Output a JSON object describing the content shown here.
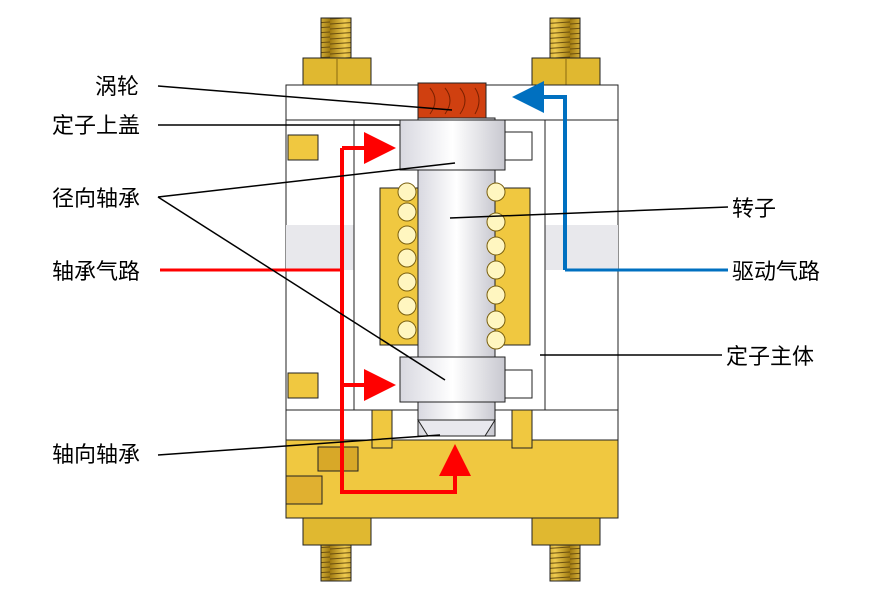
{
  "labels": {
    "turbine": "涡轮",
    "stator_cover": "定子上盖",
    "radial_bearing": "径向轴承",
    "bearing_air_path": "轴承气路",
    "axial_bearing": "轴向轴承",
    "rotor": "转子",
    "drive_air_path": "驱动气路",
    "stator_body": "定子主体"
  },
  "colors": {
    "bearing_air": "#ff0000",
    "drive_air": "#0070c0",
    "brass": "#f0c840",
    "turbine": "#d04010"
  }
}
